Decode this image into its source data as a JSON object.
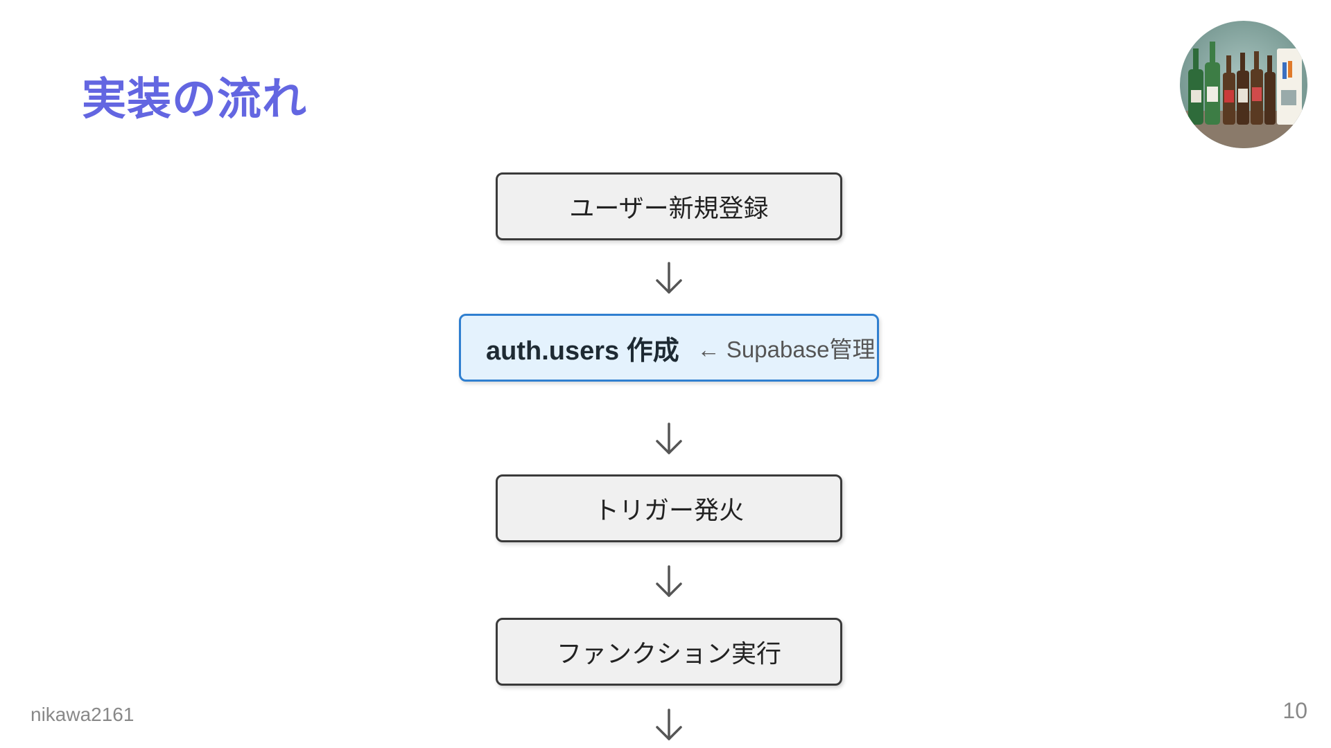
{
  "slide": {
    "title": "実装の流れ",
    "author": "nikawa2161",
    "page_number": "10"
  },
  "avatar": {
    "icon": "bottles-photo-avatar",
    "colors": {
      "background": "#7fa49a",
      "bottle_green": "#2e6b3a",
      "bottle_brown": "#5a3a22"
    }
  },
  "flow": {
    "step1": "ユーザー新規登録",
    "step2_main": "auth.users 作成",
    "step2_note": "← Supabase管理",
    "step3": "トリガー発火",
    "step4": "ファンクション実行",
    "arrow_icon": "arrow-down-icon"
  },
  "colors": {
    "title": "#6366e1",
    "box_gray_bg": "#f0f0f0",
    "box_gray_border": "#3a3a3a",
    "box_blue_bg": "#e4f2fd",
    "box_blue_border": "#2f7fd0",
    "arrow": "#555555",
    "footer_text": "#888888"
  }
}
